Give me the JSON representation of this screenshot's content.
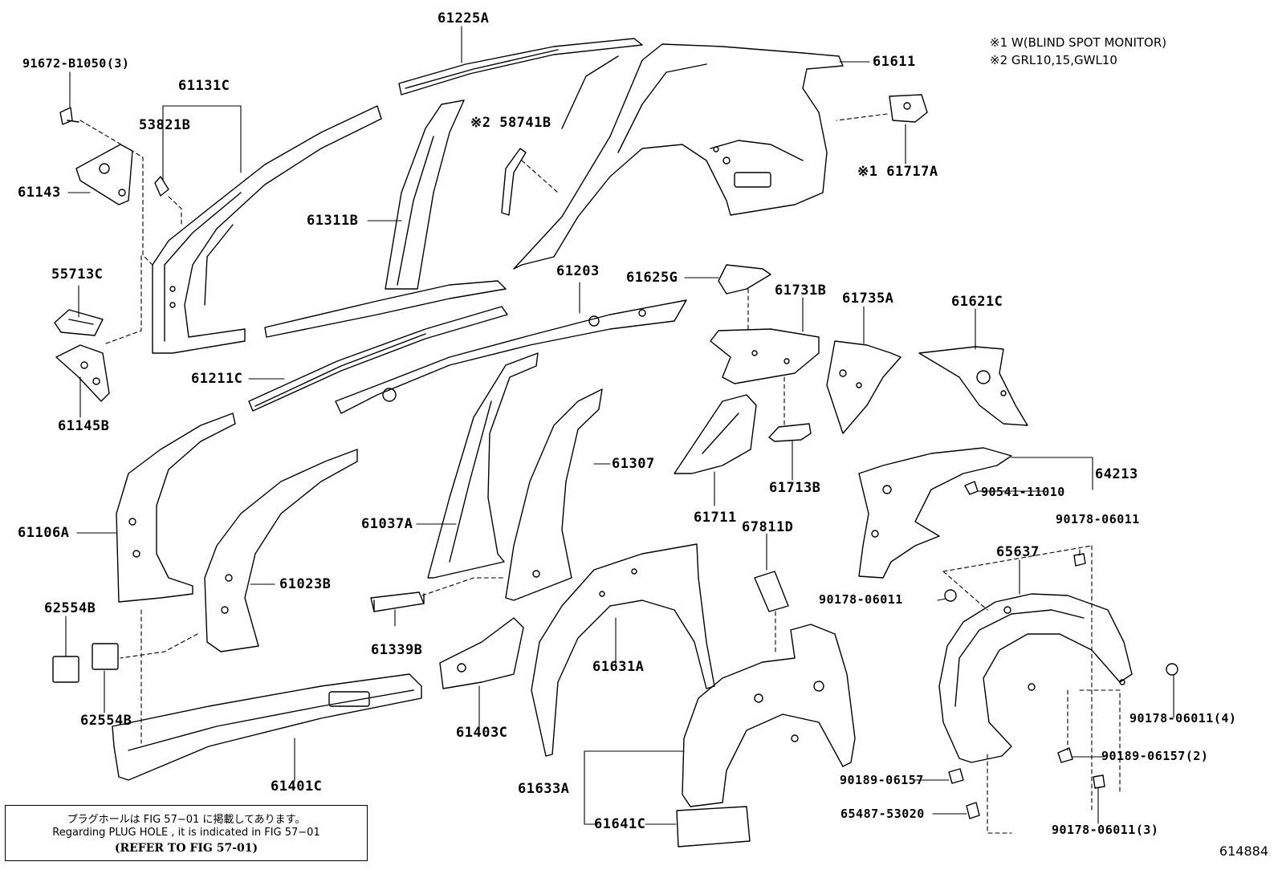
{
  "notes": {
    "note1": "※1 W(BLIND SPOT MONITOR)",
    "note2": "※2 GRL10,15,GWL10"
  },
  "part_labels": {
    "p61225A": "61225A",
    "p91672": "91672-B1050(3)",
    "p61131C": "61131C",
    "p53821B": "53821B",
    "p58741B": "※2 58741B",
    "p61611": "61611",
    "p61717A": "※1 61717A",
    "p61143": "61143",
    "p61311B": "61311B",
    "p55713C": "55713C",
    "p61203": "61203",
    "p61625G": "61625G",
    "p61731B": "61731B",
    "p61735A": "61735A",
    "p61621C": "61621C",
    "p61211C": "61211C",
    "p61145B": "61145B",
    "p61307": "61307",
    "p64213": "64213",
    "p90541": "90541-11010",
    "p61713B": "61713B",
    "p61106A": "61106A",
    "p61037A": "61037A",
    "p61711": "61711",
    "p67811D": "67811D",
    "p90178a": "90178-06011",
    "p65637": "65637",
    "p61023B": "61023B",
    "p62554Ba": "62554B",
    "p90178b": "90178-06011",
    "p61339B": "61339B",
    "p61631A": "61631A",
    "p90178c": "90178-06011(4)",
    "p62554Bb": "62554B",
    "p61403C": "61403C",
    "p90189a": "90189-06157(2)",
    "p61401C": "61401C",
    "p61633A": "61633A",
    "p90189b": "90189-06157",
    "p65487": "65487-53020",
    "p61641C": "61641C",
    "p90178d": "90178-06011(3)"
  },
  "legend": {
    "line1": "プラグホールは FIG 57−01 に掲載してあります。",
    "line2": "Regarding PLUG HOLE , it is indicated in FIG 57−01",
    "line3": "(REFER TO FIG 57-01)"
  },
  "figure_id": "614884"
}
